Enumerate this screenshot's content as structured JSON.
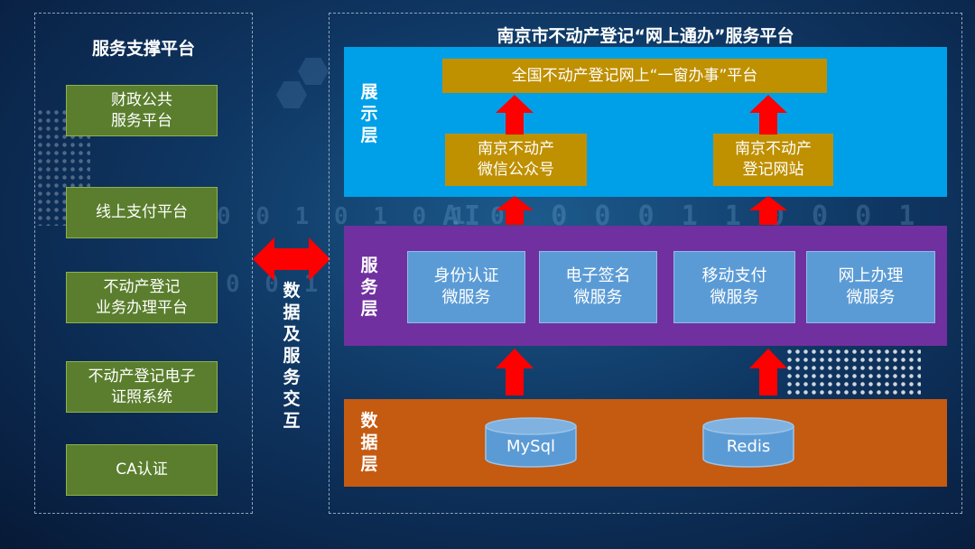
{
  "left_panel": {
    "title": "服务支撑平台",
    "items": [
      {
        "label": "财政公共\n服务平台"
      },
      {
        "label": "线上支付平台"
      },
      {
        "label": "不动产登记\n业务办理平台"
      },
      {
        "label": "不动产登记电子\n证照系统"
      },
      {
        "label": "CA认证"
      }
    ]
  },
  "interaction": {
    "label": "数\n据\n及\n服\n务\n交\n互"
  },
  "right_panel": {
    "title": "南京市不动产登记“网上通办”服务平台",
    "display_layer": {
      "label": "展\n示\n层",
      "top_box": "全国不动产登记网上“一窗办事”平台",
      "left_box": "南京不动产\n微信公众号",
      "right_box": "南京不动产\n登记网站"
    },
    "service_layer": {
      "label": "服\n务\n层",
      "services": [
        {
          "label": "身份认证\n微服务"
        },
        {
          "label": "电子签名\n微服务"
        },
        {
          "label": "移动支付\n微服务"
        },
        {
          "label": "网上办理\n微服务"
        }
      ]
    },
    "data_layer": {
      "label": "数\n据\n层",
      "databases": [
        {
          "label": "MySql"
        },
        {
          "label": "Redis"
        }
      ]
    }
  },
  "colors": {
    "display_layer": "#00a0e9",
    "service_layer": "#7030a0",
    "data_layer": "#c55a11",
    "support_box": "#5a7e2d",
    "gold_box": "#bf9000",
    "service_box": "#5b9bd5",
    "arrow": "#ff0000"
  }
}
